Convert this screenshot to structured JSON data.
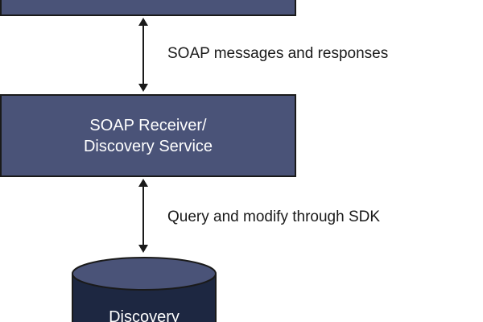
{
  "diagram": {
    "nodes": {
      "top_box": {
        "lines": []
      },
      "receiver": {
        "lines": [
          "SOAP Receiver/",
          "Discovery Service"
        ]
      },
      "database": {
        "label": "Discovery"
      }
    },
    "edges": {
      "top_to_receiver": {
        "label": "SOAP messages and responses",
        "bidirectional": true
      },
      "receiver_to_database": {
        "label": "Query and modify through SDK",
        "bidirectional": true
      }
    },
    "colors": {
      "box_fill": "#4a5378",
      "database_fill": "#1d2741",
      "database_top": "#4a5378",
      "outline": "#1a1a1a",
      "text_on_dark": "#ffffff",
      "text": "#1a1a1a"
    }
  }
}
